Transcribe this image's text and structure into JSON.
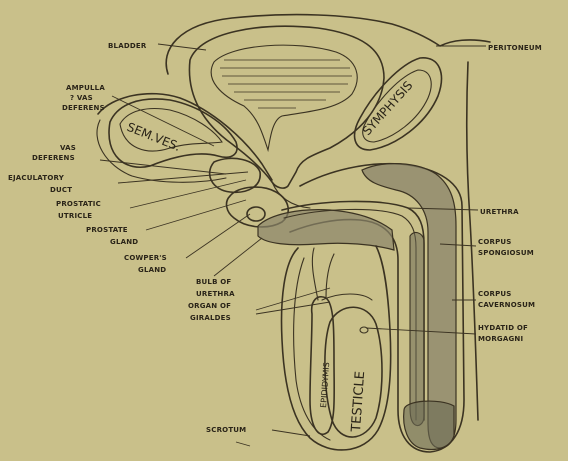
{
  "colors": {
    "paper": "#c9c08a",
    "ink": "#3b3322",
    "shade": "#8a846a",
    "dark_shade": "#6d6a55"
  },
  "labels": {
    "bladder": "BLADDER",
    "peritoneum": "PERITONEUM",
    "ampulla_line1": "AMPULLA",
    "ampulla_line2": "? VAS",
    "ampulla_line3": "DEFERENS",
    "vas_line1": "VAS",
    "vas_line2": "DEFERENS",
    "ejac_line1": "EJACULATORY",
    "ejac_line2": "DUCT",
    "utricle_line1": "PROSTATIC",
    "utricle_line2": "UTRICLE",
    "prostate_line1": "PROSTATE",
    "prostate_line2": "GLAND",
    "cowper_line1": "COWPER'S",
    "cowper_line2": "GLAND",
    "bulb_line1": "BULB OF",
    "bulb_line2": "URETHRA",
    "giraldes_line1": "ORGAN OF",
    "giraldes_line2": "GIRALDES",
    "urethra": "URETHRA",
    "spong_line1": "CORPUS",
    "spong_line2": "SPONGIOSUM",
    "cav_line1": "CORPUS",
    "cav_line2": "CAVERNOSUM",
    "hyd_line1": "HYDATID OF",
    "hyd_line2": "MORGAGNI",
    "scrotum": "SCROTUM",
    "sem_ves": "SEM.VES.",
    "symphysis": "SYMPHYSIS",
    "testicle": "TESTICLE",
    "epididymis": "EPIDIDYMIS"
  }
}
